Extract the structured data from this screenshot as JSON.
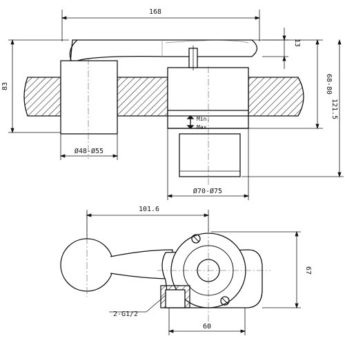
{
  "drawing": {
    "dimensions": {
      "overall_length": "168",
      "handle_thickness": "13",
      "total_height": "83",
      "depth_range": "68-80",
      "full_height": "121.5",
      "left_hole_dia": "Ø48-Ø55",
      "right_hole_dia": "Ø70-Ø75",
      "center_spacing": "101.6",
      "body_depth": "67",
      "body_width": "60",
      "connection": "2-G1/2"
    },
    "labels": {
      "min": "Min.",
      "max": "Max."
    }
  }
}
